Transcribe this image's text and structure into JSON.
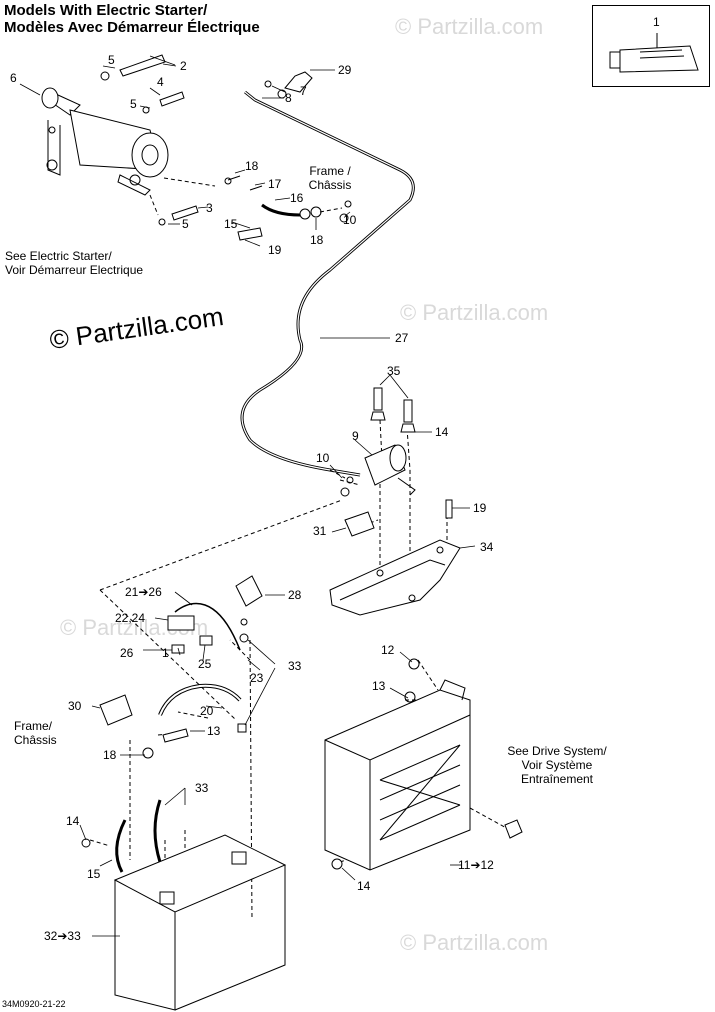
{
  "title": {
    "line1": "Models With Electric Starter/",
    "line2": "Modèles Avec Démarreur Électrique"
  },
  "watermark": {
    "main": "© Partzilla.com",
    "faint": "© Partzilla.com"
  },
  "notes": {
    "electric_starter_1": "See Electric Starter/",
    "electric_starter_2": "Voir Démarreur Electrique",
    "frame_top_1": "Frame /",
    "frame_top_2": "Châssis",
    "frame_left_1": "Frame/",
    "frame_left_2": "Châssis",
    "drive_1": "See Drive System/",
    "drive_2": "Voir Système",
    "drive_3": "Entraînement"
  },
  "callouts": {
    "c1": "1",
    "c2": "2",
    "c29": "29",
    "c6": "6",
    "c5a": "5",
    "c4": "4",
    "c5b": "5",
    "c7": "7",
    "c8": "8",
    "c18a": "18",
    "c17": "17",
    "c16": "16",
    "c3": "3",
    "c5c": "5",
    "c15a": "15",
    "c10a": "10",
    "c18b": "18",
    "c19a": "19",
    "c27": "27",
    "c35": "35",
    "c9": "9",
    "c14a": "14",
    "c10b": "10",
    "c19b": "19",
    "c31": "31",
    "c34": "34",
    "c21_26": "21➔26",
    "c28": "28",
    "c22_24": "22,24",
    "c26": "26",
    "c1b": "1",
    "c25": "25",
    "c33a": "33",
    "c23": "23",
    "c12": "12",
    "c13a": "13",
    "c30": "30",
    "c20": "20",
    "c13b": "13",
    "c18c": "18",
    "c33b": "33",
    "c14b": "14",
    "c15b": "15",
    "c11_12": "11➔12",
    "c14c": "14",
    "c32_33": "32➔33"
  },
  "doc_id": "34M0920-21-22"
}
